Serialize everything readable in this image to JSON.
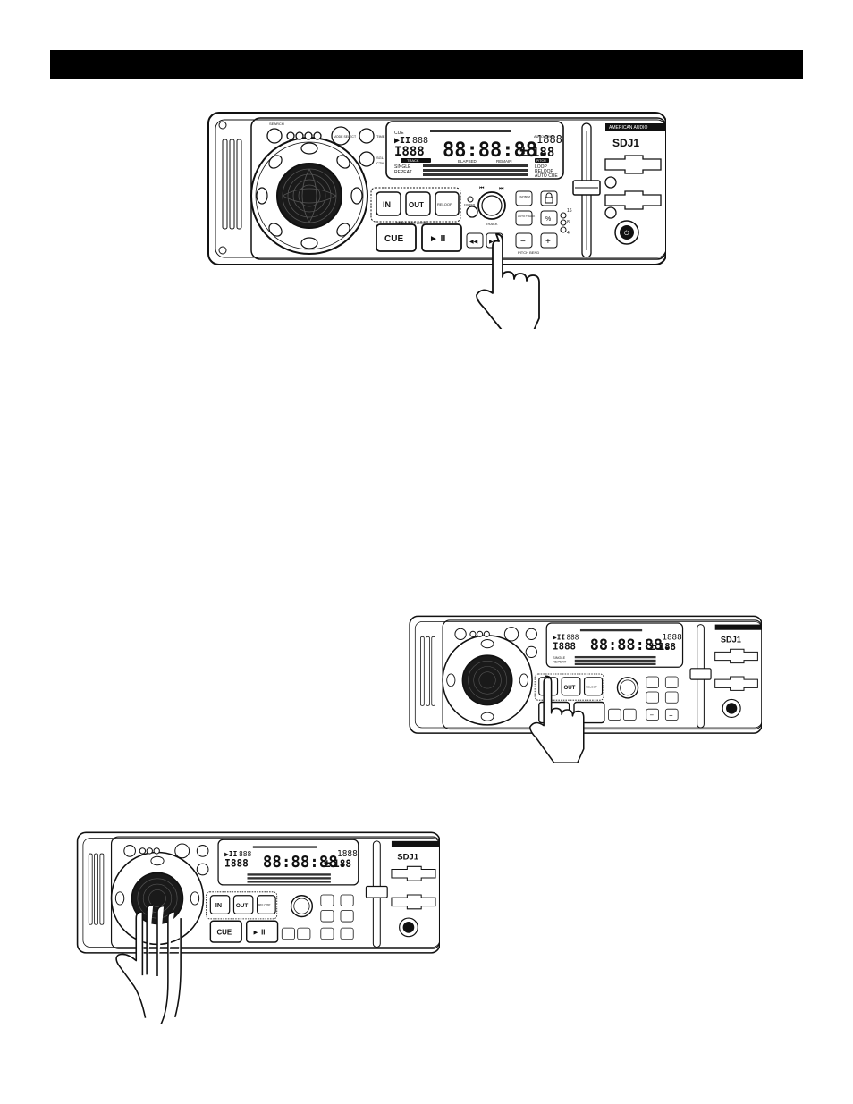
{
  "device": {
    "brand": "AMERICAN AUDIO",
    "model": "SDJ1",
    "buttons": {
      "in": "IN",
      "out": "OUT",
      "reloop": "RELOOP",
      "cue": "CUE",
      "play_pause": "► II",
      "minus": "−",
      "plus": "+",
      "percent": "%"
    },
    "labels": {
      "search": "SEARCH",
      "seamless_loop": "SEAMLESS LOOP",
      "track": "TRACK",
      "pitch_bend": "PITCH BEND",
      "elapsed": "ELAPSED",
      "remain": "REMAIN",
      "time": "TIME",
      "sgl": "SGL",
      "ctn": "CTN",
      "tap_bpm": "TAP BPM",
      "auto_track": "AUTO TRACK",
      "folder": "FOLDER",
      "mode_select": "MODE SELECT"
    },
    "display": {
      "cue": "CUE",
      "track_num": "888",
      "time": "88:88:88.",
      "pitch": "188",
      "bpm": "1888",
      "auto_bpm": "AUTO BPM",
      "track_label": "TRACK",
      "single": "SINGLE",
      "repeat": "REPEAT",
      "loop": "LOOP",
      "reloop": "RELOOP",
      "auto_cue": "AUTO CUE",
      "pitch_label": "PITCH"
    },
    "pitch_range": [
      "16",
      "8",
      "4"
    ]
  }
}
